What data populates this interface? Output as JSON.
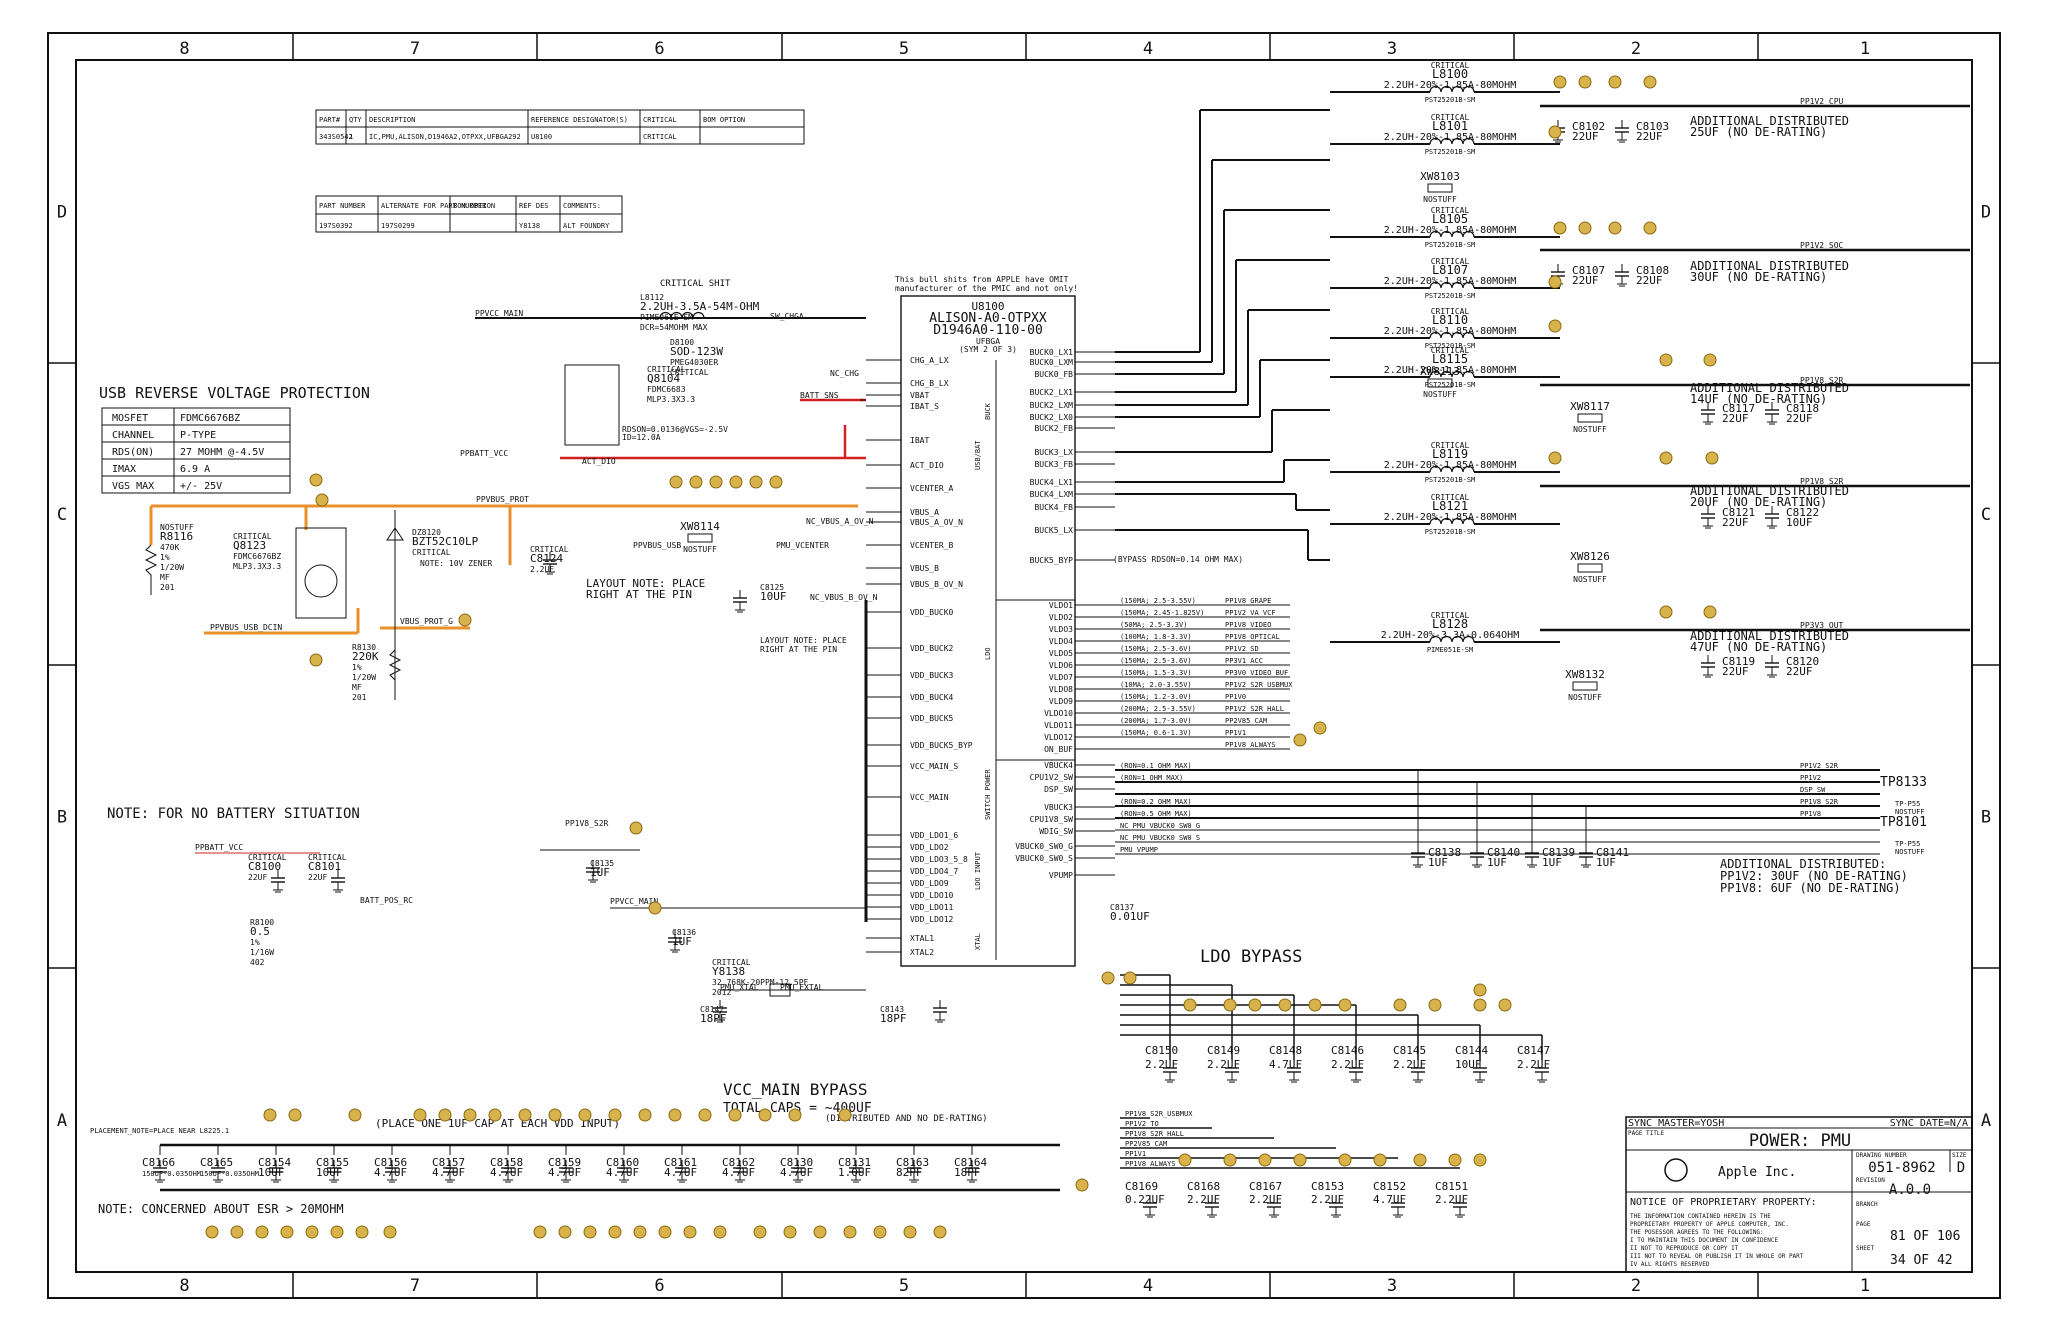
{
  "border": {
    "columns": [
      "8",
      "7",
      "6",
      "5",
      "4",
      "3",
      "2",
      "1"
    ],
    "rows": [
      "D",
      "C",
      "B",
      "A"
    ]
  },
  "bom_table": {
    "headers": [
      "PART#",
      "QTY",
      "DESCRIPTION",
      "REFERENCE DESIGNATOR(S)",
      "CRITICAL",
      "BOM OPTION"
    ],
    "row": [
      "343S0542",
      "1",
      "IC,PMU,ALISON,D1946A2,OTPXX,UFBGA292",
      "U8100",
      "CRITICAL",
      ""
    ]
  },
  "alt_table": {
    "headers": [
      "PART NUMBER",
      "ALTERNATE FOR PART NUMBER",
      "BOM OPTION",
      "REF DES",
      "COMMENTS:"
    ],
    "row": [
      "197S0392",
      "197S0299",
      "",
      "Y8138",
      "ALT FOUNDRY"
    ]
  },
  "usb_protection": {
    "title": "USB REVERSE VOLTAGE PROTECTION",
    "rows": [
      [
        "MOSFET",
        "FDMC6676BZ"
      ],
      [
        "CHANNEL",
        "P-TYPE"
      ],
      [
        "RDS(ON)",
        "27 MOHM @-4.5V"
      ],
      [
        "IMAX",
        "6.9 A"
      ],
      [
        "VGS MAX",
        "+/- 25V"
      ]
    ]
  },
  "notes": {
    "no_battery": "NOTE: FOR NO BATTERY SITUATION",
    "esr": "NOTE: CONCERNED ABOUT ESR > 20MOHM",
    "layout1": "LAYOUT NOTE: PLACE",
    "layout1b": "RIGHT AT THE PIN",
    "layout2": "LAYOUT NOTE: PLACE",
    "layout2b": "RIGHT AT THE PIN",
    "omit_note1": "This bull shits from APPLE have OMIT",
    "omit_note2": "manufacturer of the PMIC and not only!",
    "critical_shit": "CRITICAL SHIT",
    "rdson": "RDSON=0.0136@VGS=-2.5V",
    "id": "ID=12.0A",
    "zener": "NOTE: 10V ZENER",
    "bypass_res": "(BYPASS RDSON=0.14 OHM MAX)"
  },
  "pmic": {
    "ref": "U8100",
    "name": "ALISON-A0-OTPXX",
    "part": "D1946A0-110-00",
    "pkg": "UFBGA",
    "sym": "(SYM 2 OF 3)",
    "left_pins": [
      "CHG_A_LX",
      "CHG_B_LX",
      "VBAT",
      "IBAT_S",
      "IBAT",
      "ACT_DIO",
      "VCENTER_A",
      "VBUS_A",
      "VBUS_A_OV_N",
      "VCENTER_B",
      "VBUS_B",
      "VBUS_B_OV_N",
      "VDD_BUCK0",
      "VDD_BUCK2",
      "VDD_BUCK3",
      "VDD_BUCK4",
      "VDD_BUCK5",
      "VDD_BUCK5_BYP",
      "VCC_MAIN_S",
      "VCC_MAIN",
      "VDD_LDO1_6",
      "VDD_LDO2",
      "VDD_LDO3_5_8",
      "VDD_LDO4_7",
      "VDD_LDO9",
      "VDD_LDO10",
      "VDD_LDO11",
      "VDD_LDO12",
      "XTAL1",
      "XTAL2"
    ],
    "right_pins": [
      "BUCK0_LX1",
      "BUCK0_LXM",
      "BUCK0_FB",
      "BUCK2_LX1",
      "BUCK2_LXM",
      "BUCK2_LX0",
      "BUCK2_FB",
      "BUCK3_LX",
      "BUCK3_FB",
      "BUCK4_LX1",
      "BUCK4_LXM",
      "BUCK4_FB",
      "BUCK5_LX",
      "BUCK5_BYP",
      "VLDO1",
      "VLDO2",
      "VLDO3",
      "VLDO4",
      "VLDO5",
      "VLDO6",
      "VLDO7",
      "VLDO8",
      "VLDO9",
      "VLDO10",
      "VLDO11",
      "VLDO12",
      "ON_BUF",
      "VBUCK4",
      "CPU1V2_SW",
      "DSP_SW",
      "VBUCK3",
      "CPU1V8_SW",
      "WDIG_SW",
      "VBUCK0_SW0_G",
      "VBUCK0_SW0_S",
      "VPUMP"
    ],
    "sections": [
      "BUCK",
      "USB/BAT",
      "LDO",
      "SWITCH POWER",
      "LDO INPUT",
      "XTAL"
    ]
  },
  "ldo_outputs": [
    [
      "(150MA; 2.5-3.55V)",
      "PP1V8_GRAPE"
    ],
    [
      "(150MA; 2.45-1.825V)",
      "PP1V2_VA_VCF"
    ],
    [
      "(50MA; 2.5-3.3V)",
      "PP1V8_VIDEO"
    ],
    [
      "(100MA; 1.8-3.3V)",
      "PP1V8_OPTICAL"
    ],
    [
      "(150MA; 2.5-3.6V)",
      "PP1V2_SD"
    ],
    [
      "(150MA; 2.5-3.6V)",
      "PP3V1_ACC"
    ],
    [
      "(150MA; 1.5-3.3V)",
      "PP3V0_VIDEO_BUF"
    ],
    [
      "(10MA; 2.0-3.55V)",
      "PP1V2_S2R_USBMUX"
    ],
    [
      "(150MA; 1.2-3.0V)",
      "PP1V0"
    ],
    [
      "(200MA; 2.5-3.55V)",
      "PP1V2_S2R_HALL"
    ],
    [
      "(200MA; 1.7-3.0V)",
      "PP2V85_CAM"
    ],
    [
      "(150MA; 0.6-1.3V)",
      "PP1V1"
    ],
    [
      "",
      "PP1V8_ALWAYS"
    ]
  ],
  "switches": [
    [
      "(RON=0.1 OHM MAX)",
      "PP1V2_S2R"
    ],
    [
      "(RON=1 OHM MAX)",
      "PP1V2"
    ],
    [
      "",
      "DSP_SW"
    ],
    [
      "(RON=0.2 OHM MAX)",
      "PP1V8_S2R"
    ],
    [
      "(RON=0.5 OHM MAX)",
      "PP1V8"
    ],
    [
      "NC_PMU_VBUCK0_SW0_G",
      ""
    ],
    [
      "NC_PMU_VBUCK0_SW0_S",
      ""
    ],
    [
      "PMU_VPUMP",
      ""
    ]
  ],
  "bucks": [
    {
      "ind": "L8100",
      "val": "2.2UH-20%-1.85A-80MOHM",
      "part": "PST25201B-SM",
      "crit": "CRITICAL"
    },
    {
      "ind": "L8101",
      "val": "2.2UH-20%-1.85A-80MOHM",
      "part": "PST25201B-SM",
      "crit": "CRITICAL"
    },
    {
      "ind": "L8105",
      "val": "2.2UH-20%-1.85A-80MOHM",
      "part": "PST25201B-SM",
      "crit": "CRITICAL"
    },
    {
      "ind": "L8107",
      "val": "2.2UH-20%-1.85A-80MOHM",
      "part": "PST25201B-SM",
      "crit": "CRITICAL"
    },
    {
      "ind": "L8110",
      "val": "2.2UH-20%-1.85A-80MOHM",
      "part": "PST25201B-SM",
      "crit": "CRITICAL"
    },
    {
      "ind": "L8115",
      "val": "2.2UH-20%-1.85A-80MOHM",
      "part": "PST25201B-SM",
      "crit": "CRITICAL"
    },
    {
      "ind": "L8119",
      "val": "2.2UH-20%-1.85A-80MOHM",
      "part": "PST25201B-SM",
      "crit": "CRITICAL"
    },
    {
      "ind": "L8121",
      "val": "2.2UH-20%-1.85A-80MOHM",
      "part": "PST25201B-SM",
      "crit": "CRITICAL"
    },
    {
      "ind": "L8128",
      "val": "2.2UH-20%-3.3A-0.064OHM",
      "part": "PIME051E-SM",
      "crit": "CRITICAL"
    }
  ],
  "rails": [
    "PP1V2_CPU",
    "PP1V2_SOC",
    "PP1V8_S2R",
    "PP1V8_S2R",
    "PP3V3_OUT"
  ],
  "additional": [
    [
      "ADDITIONAL DISTRIBUTED",
      "25UF (NO DE-RATING)"
    ],
    [
      "ADDITIONAL DISTRIBUTED",
      "30UF (NO DE-RATING)"
    ],
    [
      "ADDITIONAL DISTRIBUTED",
      "14UF (NO DE-RATING)"
    ],
    [
      "ADDITIONAL DISTRIBUTED",
      "20UF (NO DE-RATING)"
    ],
    [
      "ADDITIONAL DISTRIBUTED",
      "47UF (NO DE-RATING)"
    ]
  ],
  "additional_bottom": [
    "ADDITIONAL DISTRIBUTED:",
    "PP1V2: 30UF (NO DE-RATING)",
    "PP1V8: 6UF (NO DE-RATING)"
  ],
  "right_caps": [
    [
      "C8102",
      "22UF"
    ],
    [
      "C8103",
      "22UF"
    ],
    [
      "C8107",
      "22UF"
    ],
    [
      "C8108",
      "22UF"
    ],
    [
      "C8117",
      "22UF"
    ],
    [
      "C8118",
      "22UF"
    ],
    [
      "C8121",
      "22UF"
    ],
    [
      "C8122",
      "10UF"
    ],
    [
      "C8119",
      "22UF"
    ],
    [
      "C8120",
      "22UF"
    ]
  ],
  "xw": [
    [
      "XW8103",
      "NOSTUFF"
    ],
    [
      "XW8113",
      "NOSTUFF"
    ],
    [
      "XW8117",
      "NOSTUFF"
    ],
    [
      "XW8126",
      "NOSTUFF"
    ],
    [
      "XW8132",
      "NOSTUFF"
    ],
    [
      "XW8114",
      "NOSTUFF"
    ]
  ],
  "test_points": [
    [
      "TP8133",
      "TP-P55",
      "NOSTUFF"
    ],
    [
      "TP8101",
      "TP-P55",
      "NOSTUFF"
    ]
  ],
  "switch_caps": [
    [
      "C8138",
      "1UF"
    ],
    [
      "C8140",
      "1UF"
    ],
    [
      "C8139",
      "1UF"
    ],
    [
      "C8141",
      "1UF"
    ]
  ],
  "ldo_bypass": {
    "title": "LDO BYPASS",
    "row1": [
      [
        "C8150",
        "2.2UF"
      ],
      [
        "C8149",
        "2.2UF"
      ],
      [
        "C8148",
        "4.7UF"
      ],
      [
        "C8146",
        "2.2UF"
      ],
      [
        "C8145",
        "2.2UF"
      ],
      [
        "C8144",
        "10UF"
      ],
      [
        "C8147",
        "2.2UF"
      ]
    ],
    "row2_nets": [
      "PP1V8_S2R_USBMUX",
      "PP1V2_TO",
      "PP1V8_S2R_HALL",
      "PP2V85_CAM",
      "PP1V1",
      "PP1V8_ALWAYS"
    ],
    "row2": [
      [
        "C8169",
        "0.22UF"
      ],
      [
        "C8168",
        "2.2UF"
      ],
      [
        "C8167",
        "2.2UF"
      ],
      [
        "C8153",
        "2.2UF"
      ],
      [
        "C8152",
        "4.7UF"
      ],
      [
        "C8151",
        "2.2UF"
      ]
    ]
  },
  "vcc_bypass": {
    "title": "VCC_MAIN BYPASS",
    "total": "TOTAL CAPS = ~400UF",
    "distributed": "(DISTRIBUTED AND NO DE-RATING)",
    "place": "(PLACE ONE 1UF CAP AT EACH VDD INPUT)",
    "placement": "PLACEMENT_NOTE=PLACE NEAR L8225.1",
    "caps": [
      [
        "C8166",
        "150UF-0.035OHM"
      ],
      [
        "C8165",
        "150UF-0.035OHM"
      ],
      [
        "C8154",
        "10UF"
      ],
      [
        "C8155",
        "10UF"
      ],
      [
        "C8156",
        "4.7UF"
      ],
      [
        "C8157",
        "4.7UF"
      ],
      [
        "C8158",
        "4.7UF"
      ],
      [
        "C8159",
        "4.7UF"
      ],
      [
        "C8160",
        "4.7UF"
      ],
      [
        "C8161",
        "4.7UF"
      ],
      [
        "C8162",
        "4.7UF"
      ],
      [
        "C8130",
        "4.7UF"
      ],
      [
        "C8131",
        "1.0UF"
      ],
      [
        "C8163",
        "82PF"
      ],
      [
        "C8164",
        "18PF"
      ]
    ]
  },
  "left_parts": {
    "r8116": [
      "NOSTUFF",
      "R8116",
      "470K",
      "1%",
      "1/20W",
      "MF",
      "201"
    ],
    "q8123": [
      "CRITICAL",
      "Q8123",
      "FDMC6676BZ",
      "MLP3.3X3.3"
    ],
    "dz8120": [
      "DZ8120",
      "BZT52C10LP",
      "CRITICAL"
    ],
    "c8124": [
      "CRITICAL",
      "C8124",
      "2.2UF"
    ],
    "c8125": [
      "C8125",
      "10UF"
    ],
    "r8130": [
      "R8130",
      "220K",
      "1%",
      "1/20W",
      "MF",
      "201"
    ],
    "q8104": [
      "CRITICAL",
      "Q8104",
      "FDMC6683",
      "MLP3.3X3.3"
    ],
    "l8112": [
      "L8112",
      "2.2UH-3.5A-54M-OHM",
      "PIME061E-SM",
      "DCR=54MOHM MAX"
    ],
    "d8100": [
      "D8100",
      "SOD-123W",
      "PMEG4030ER",
      "CRITICAL"
    ],
    "c8100": [
      "CRITICAL",
      "C8100",
      "22UF"
    ],
    "c8101": [
      "CRITICAL",
      "C8101",
      "22UF"
    ],
    "r8100": [
      "R8100",
      "0.5",
      "1%",
      "1/16W",
      "402"
    ],
    "c8135": [
      "C8135",
      "1UF"
    ],
    "c8136": [
      "C8136",
      "1UF"
    ],
    "y8138": [
      "CRITICAL",
      "Y8138",
      "32.768K-20PPM-12.5PF",
      "2012"
    ],
    "c8142": [
      "C8142",
      "18PF"
    ],
    "c8143": [
      "C8143",
      "18PF"
    ],
    "c8137": [
      "C8137",
      "0.01UF"
    ]
  },
  "nets_left": [
    "PPVCC_MAIN",
    "PPBATT_VCC",
    "PPVBUS_PROT",
    "PPVBUS_USB_DCIN",
    "VBUS_PROT_G",
    "PP1V8_S2R",
    "PPVCC_MAIN",
    "PPBATT_VCC",
    "BATT_POS_RC",
    "PMU_XTAL",
    "PMU_EXTAL",
    "NC_CHG",
    "BATT_SNS",
    "NC_VBUS_A_OV_N",
    "PMU_VCENTER",
    "PPVBUS_USB",
    "NC_VBUS_B_OV_N",
    "ACT_DIO",
    "SW_CHGA"
  ],
  "title_block": {
    "sync_master": "SYNC_MASTER=YOSH",
    "sync_date": "SYNC_DATE=N/A",
    "page_title_label": "PAGE TITLE",
    "title": "POWER: PMU",
    "company": "Apple Inc.",
    "drawing_label": "DRAWING NUMBER",
    "drawing": "051-8962",
    "size_label": "SIZE",
    "size": "D",
    "rev_label": "REVISION",
    "rev": "A.0.0",
    "branch_label": "BRANCH",
    "page_label": "PAGE",
    "page": "81 OF 106",
    "sheet_label": "SHEET",
    "sheet": "34 OF 42",
    "notice": "NOTICE OF PROPRIETARY PROPERTY:",
    "notice_lines": [
      "THE INFORMATION CONTAINED HEREIN IS THE",
      "PROPRIETARY PROPERTY OF APPLE COMPUTER, INC.",
      "THE POSESSOR AGREES TO THE FOLLOWING:",
      "I TO MAINTAIN THIS DOCUMENT IN CONFIDENCE",
      "II NOT TO REPRODUCE OR COPY IT",
      "III NOT TO REVEAL OR PUBLISH IT IN WHOLE OR PART",
      "IV ALL RIGHTS RESERVED"
    ]
  },
  "colors": {
    "wire": "#111111",
    "orange_net": "#e8902a",
    "red_net": "#d42020",
    "pad_gold": "#d8b24a",
    "pad_stroke": "#8a6b10"
  }
}
